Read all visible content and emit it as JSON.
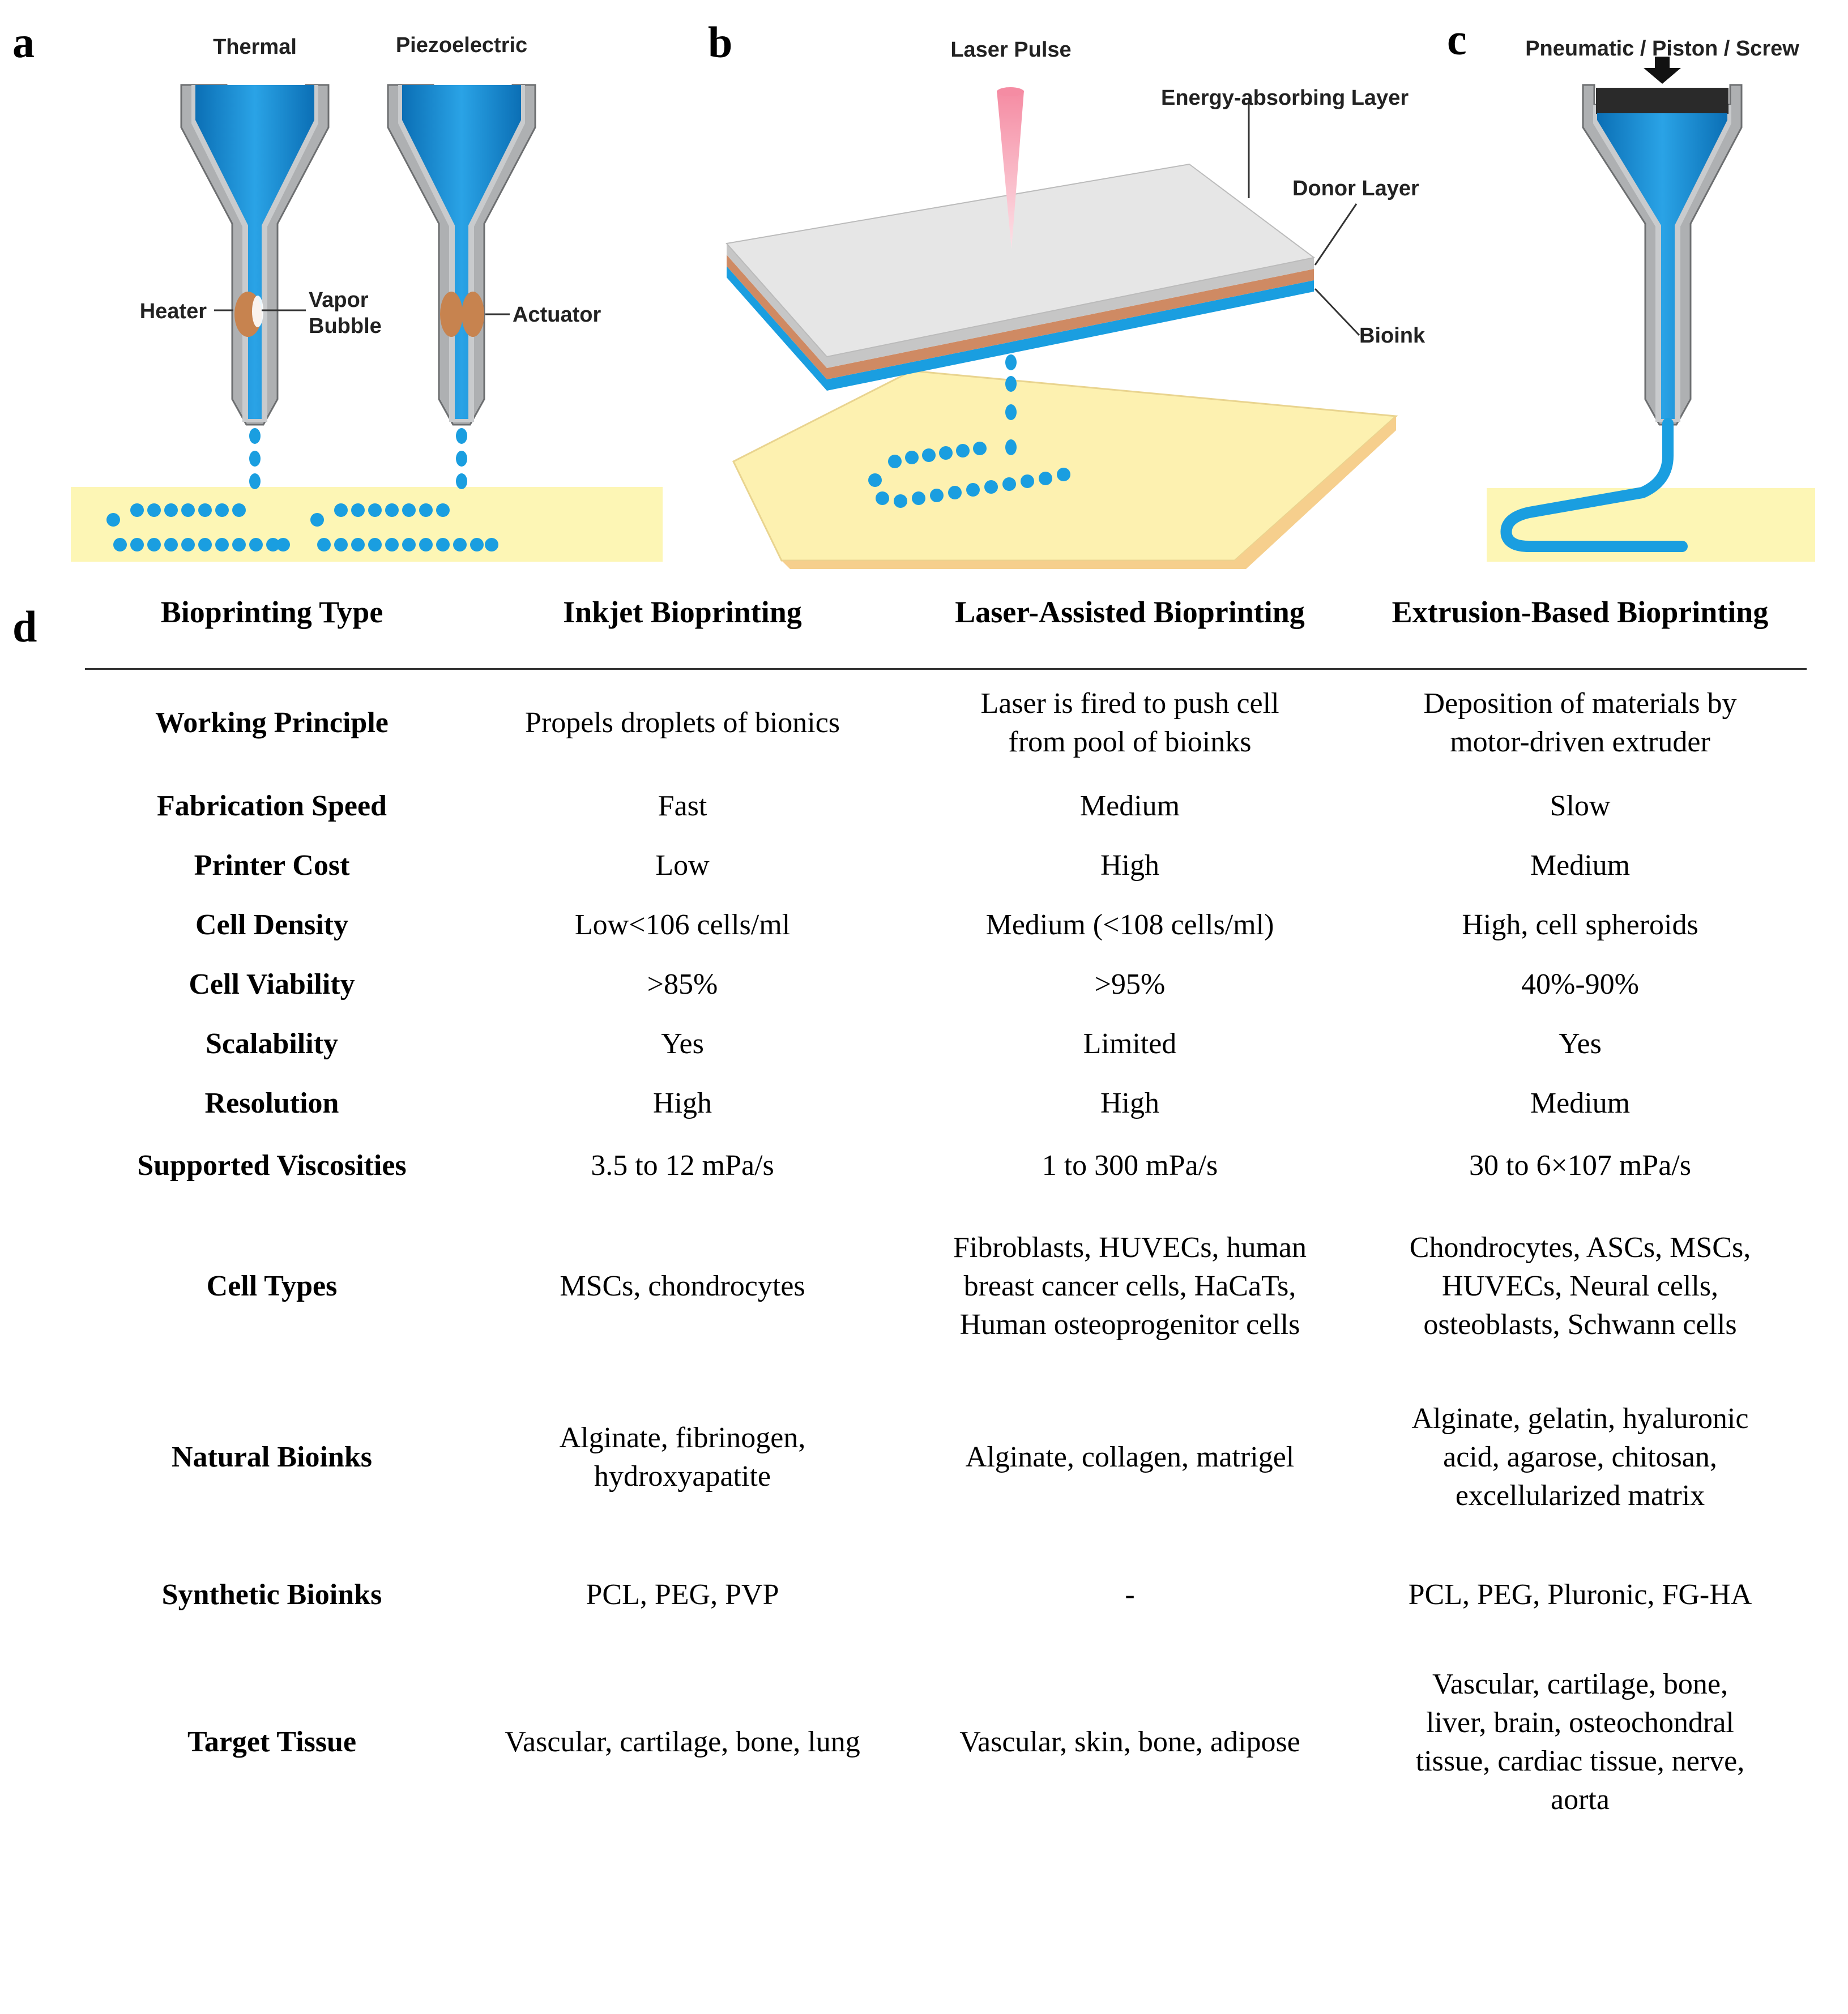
{
  "panels": {
    "a": {
      "letter": "a",
      "thermal_label": "Thermal",
      "piezo_label": "Piezoelectric",
      "heater_label": "Heater",
      "vapor_label_1": "Vapor",
      "vapor_label_2": "Bubble",
      "actuator_label": "Actuator"
    },
    "b": {
      "letter": "b",
      "laser_label": "Laser Pulse",
      "energy_layer_label": "Energy-absorbing Layer",
      "donor_layer_label": "Donor Layer",
      "bioink_label": "Bioink"
    },
    "c": {
      "letter": "c",
      "drive_label": "Pneumatic / Piston / Screw"
    },
    "d": {
      "letter": "d"
    }
  },
  "colors": {
    "bioink_blue": "#1a9ee0",
    "nozzle_gray": "#aeb0b2",
    "substrate_yellow": "#fdf6b5",
    "heater_brown": "#c7834f",
    "laser_pink": "#f79aae",
    "donor_orange": "#cf8a63",
    "layer_gray": "#d6d6d6"
  },
  "table": {
    "headers": [
      "Bioprinting Type",
      "Inkjet Bioprinting",
      "Laser-Assisted Bioprinting",
      "Extrusion-Based Bioprinting"
    ],
    "rows": [
      {
        "label": "Working Principle",
        "cells": [
          [
            "Propels droplets of bionics"
          ],
          [
            "Laser is fired to push cell",
            "from pool of bioinks"
          ],
          [
            "Deposition of materials by",
            "motor-driven extruder"
          ]
        ]
      },
      {
        "label": "Fabrication Speed",
        "cells": [
          [
            "Fast"
          ],
          [
            "Medium"
          ],
          [
            "Slow"
          ]
        ]
      },
      {
        "label": "Printer Cost",
        "cells": [
          [
            "Low"
          ],
          [
            "High"
          ],
          [
            "Medium"
          ]
        ]
      },
      {
        "label": "Cell Density",
        "cells": [
          [
            "Low<106 cells/ml"
          ],
          [
            "Medium (<108 cells/ml)"
          ],
          [
            "High, cell spheroids"
          ]
        ]
      },
      {
        "label": "Cell Viability",
        "cells": [
          [
            ">85%"
          ],
          [
            ">95%"
          ],
          [
            "40%-90%"
          ]
        ]
      },
      {
        "label": "Scalability",
        "cells": [
          [
            "Yes"
          ],
          [
            "Limited"
          ],
          [
            "Yes"
          ]
        ]
      },
      {
        "label": "Resolution",
        "cells": [
          [
            "High"
          ],
          [
            "High"
          ],
          [
            "Medium"
          ]
        ]
      },
      {
        "label": "Supported Viscosities",
        "cells": [
          [
            "3.5 to 12 mPa/s"
          ],
          [
            "1 to 300 mPa/s"
          ],
          [
            "30 to 6×107 mPa/s"
          ]
        ]
      },
      {
        "label": "Cell Types",
        "cells": [
          [
            "MSCs, chondrocytes"
          ],
          [
            "Fibroblasts, HUVECs, human",
            "breast cancer cells, HaCaTs,",
            "Human osteoprogenitor cells"
          ],
          [
            "Chondrocytes, ASCs, MSCs,",
            "HUVECs, Neural cells,",
            "osteoblasts, Schwann cells"
          ]
        ]
      },
      {
        "label": "Natural Bioinks",
        "cells": [
          [
            "Alginate, fibrinogen,",
            "hydroxyapatite"
          ],
          [
            "Alginate, collagen, matrigel"
          ],
          [
            "Alginate, gelatin, hyaluronic",
            "acid, agarose, chitosan,",
            "excellularized matrix"
          ]
        ]
      },
      {
        "label": "Synthetic Bioinks",
        "cells": [
          [
            "PCL, PEG, PVP"
          ],
          [
            "-"
          ],
          [
            "PCL, PEG, Pluronic, FG-HA"
          ]
        ]
      },
      {
        "label": "Target Tissue",
        "cells": [
          [
            "Vascular, cartilage, bone, lung"
          ],
          [
            "Vascular, skin, bone, adipose"
          ],
          [
            "Vascular, cartilage, bone,",
            "liver, brain, osteochondral",
            "tissue, cardiac tissue, nerve,",
            "aorta"
          ]
        ]
      }
    ]
  }
}
